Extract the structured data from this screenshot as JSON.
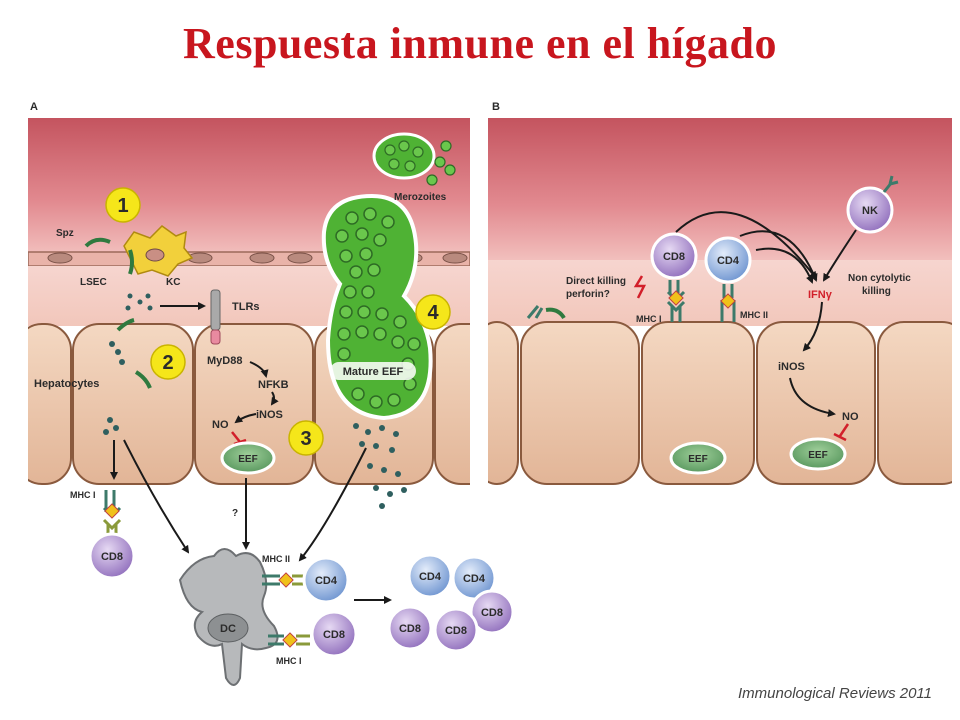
{
  "title": "Respuesta inmune en el hígado",
  "credit": "Immunological Reviews 2011",
  "panel_a": {
    "letter": "A",
    "steps": [
      "1",
      "2",
      "3",
      "4"
    ],
    "labels": {
      "spz": "Spz",
      "lsec": "LSEC",
      "kc": "KC",
      "tlrs": "TLRs",
      "myd88": "MyD88",
      "nfkb": "NFKB",
      "inos": "iNOS",
      "no": "NO",
      "eef": "EEF",
      "hepatocytes": "Hepatocytes",
      "merozoites": "Merozoites",
      "mature_eef": "Mature EEF",
      "question": "?",
      "mhc_i_left": "MHC I",
      "mhc_ii": "MHC II",
      "mhc_i_dc": "MHC I",
      "dc": "DC",
      "cd8_left": "CD8",
      "cd4_dc": "CD4",
      "cd8_dc": "CD8"
    },
    "clones": [
      "CD4",
      "CD4",
      "CD8",
      "CD8",
      "CD8"
    ]
  },
  "panel_b": {
    "letter": "B",
    "labels": {
      "cd8": "CD8",
      "cd4": "CD4",
      "nk": "NK",
      "direct_killing_1": "Direct killing",
      "direct_killing_2": "perforin?",
      "mhc_i": "MHC I",
      "mhc_ii": "MHC II",
      "ifn": "IFNγ",
      "non_cytolytic_1": "Non cytolytic",
      "non_cytolytic_2": "killing",
      "inos": "iNOS",
      "no": "NO",
      "eef_1": "EEF",
      "eef_2": "EEF"
    }
  },
  "colors": {
    "title": "#c8161e",
    "blood": "#d9737d",
    "hepatocyte": "#e9c4a6",
    "parasite": "#4caf2e",
    "step_badge": "#f5e61a",
    "cd8": "#9b7bc4",
    "cd4": "#7aa0d8"
  }
}
